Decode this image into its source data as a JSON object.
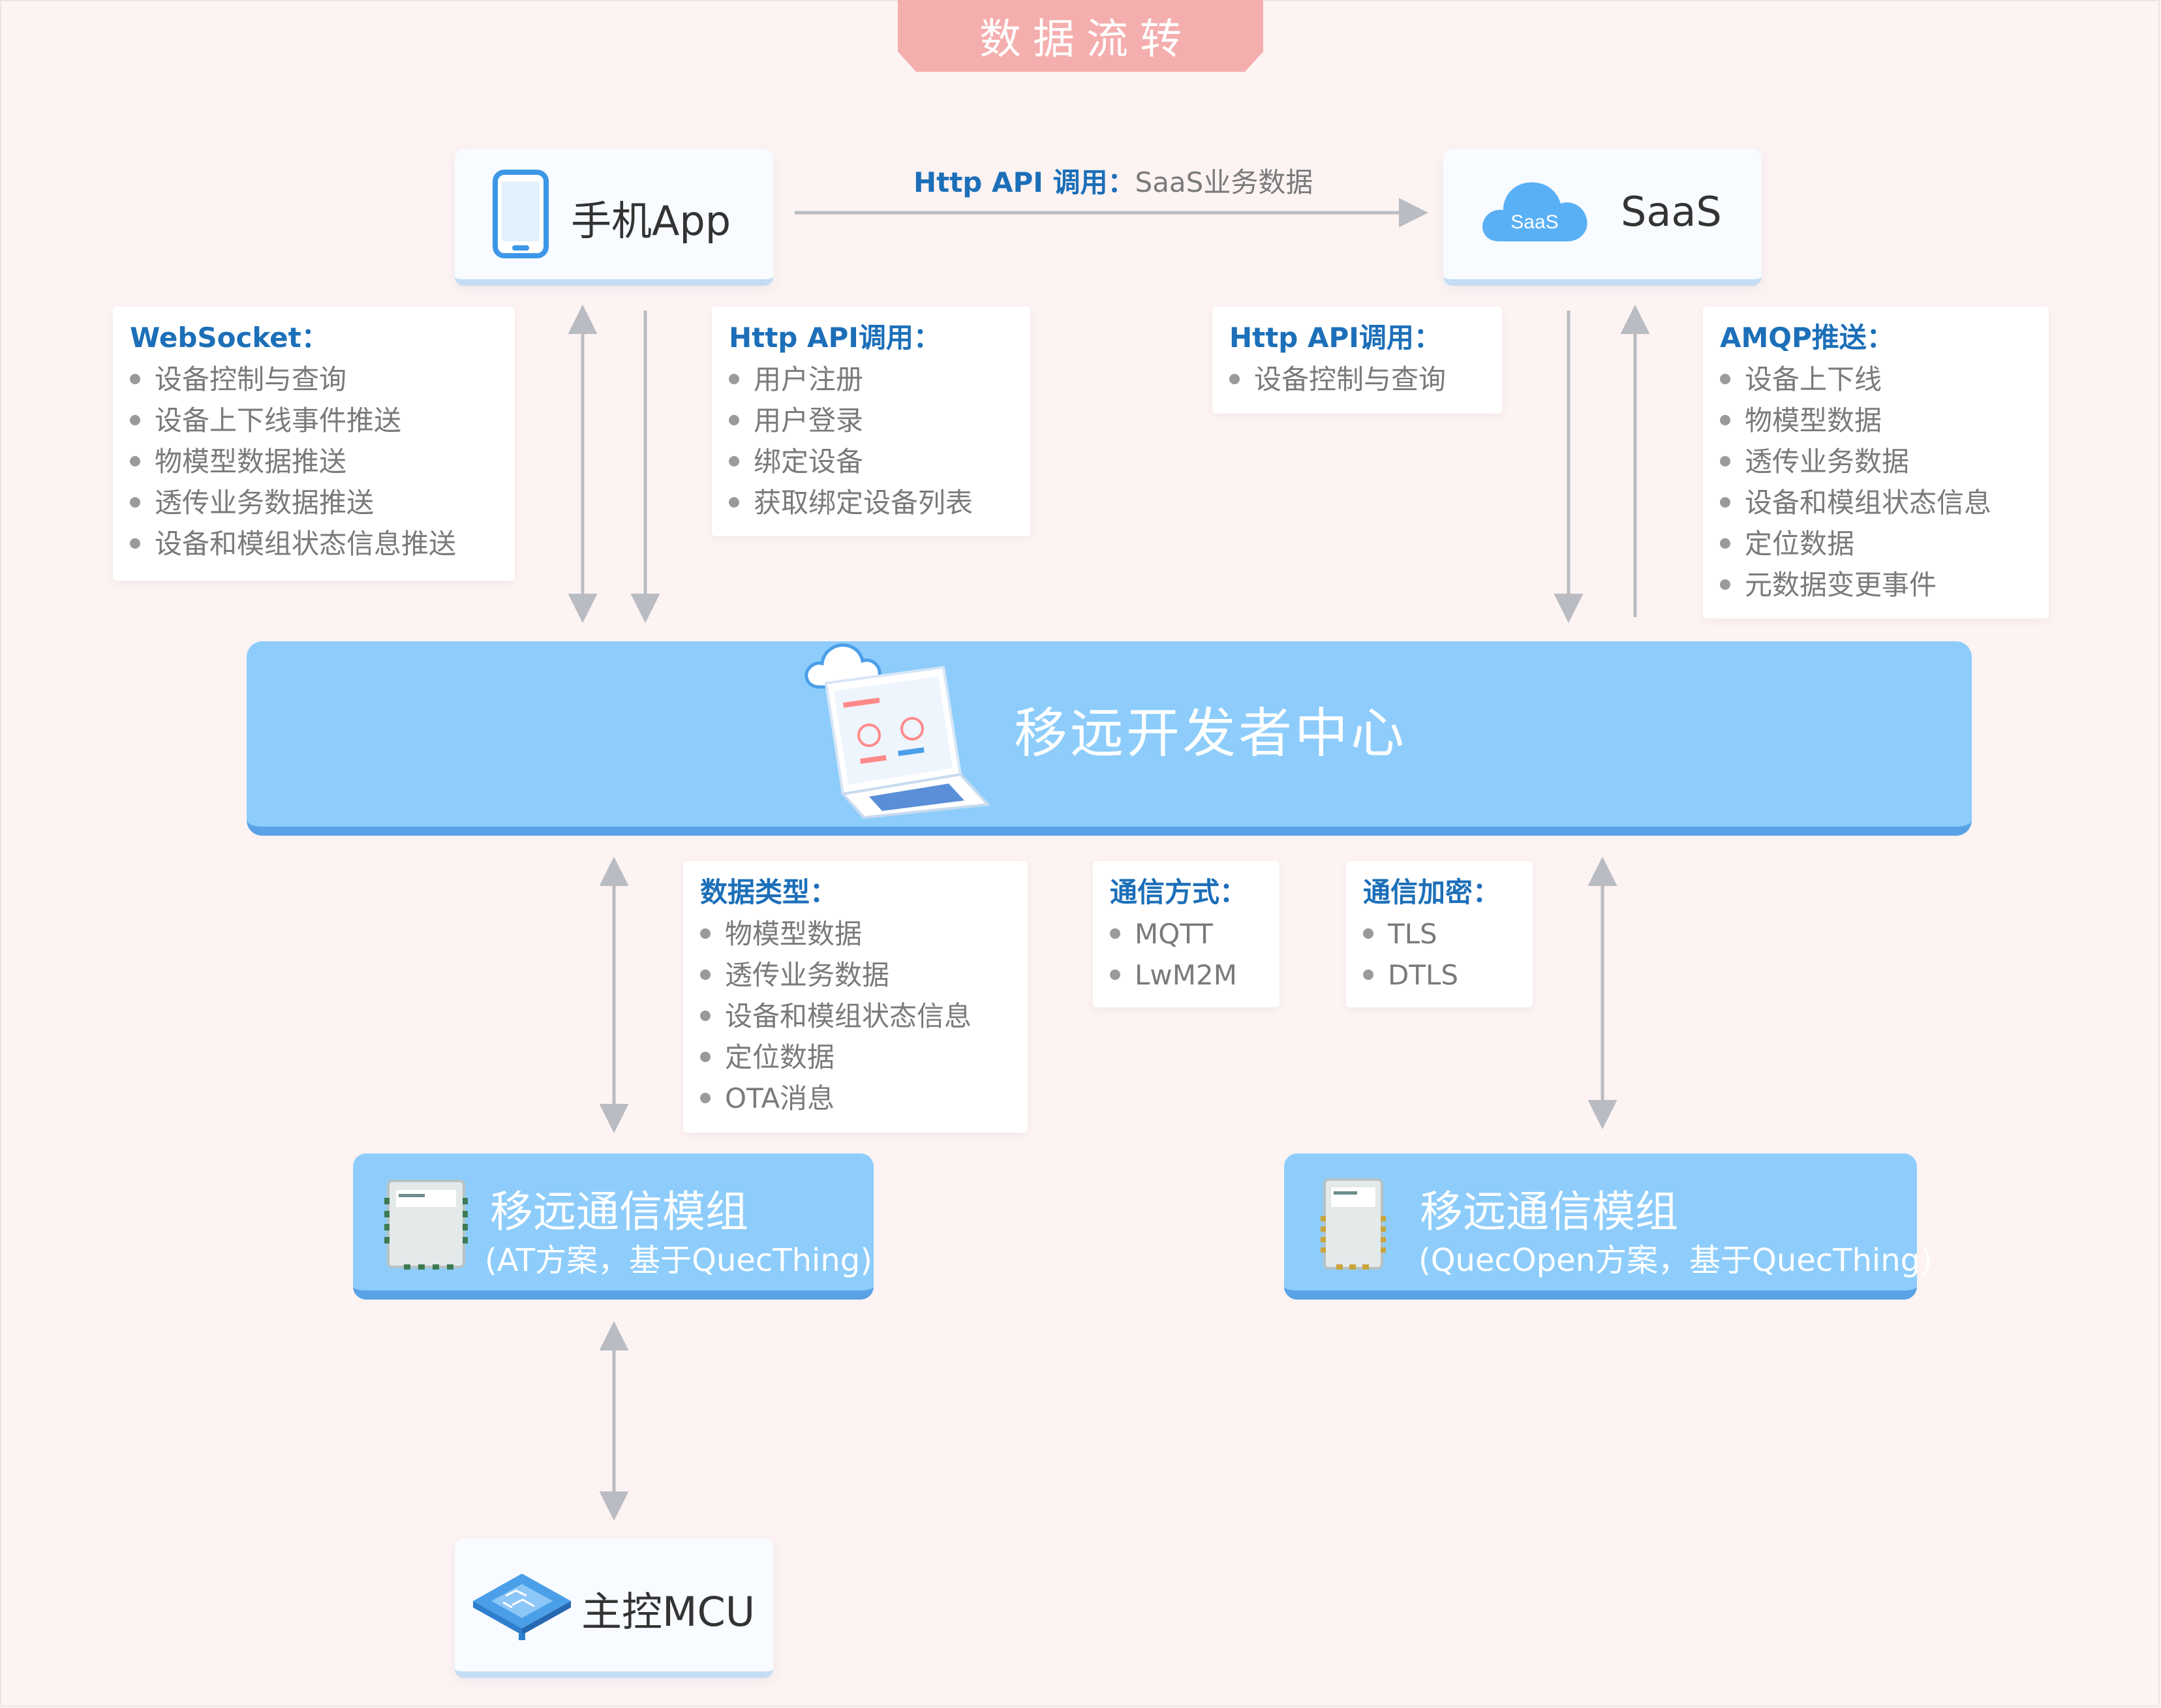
{
  "title": "数据流转",
  "nodes": {
    "app": "手机App",
    "saas": "SaaS",
    "saas_cloud_text": "SaaS",
    "platform": "移远开发者中心",
    "module_at_title": "移远通信模组",
    "module_at_sub": "(AT方案，基于QuecThing)",
    "module_open_title": "移远通信模组",
    "module_open_sub": "(QuecOpen方案，基于QuecThing)",
    "mcu": "主控MCU"
  },
  "app_to_saas": {
    "key": "Http API 调用：",
    "value": "SaaS业务数据"
  },
  "boxes": {
    "websocket": {
      "head": "WebSocket：",
      "items": [
        "设备控制与查询",
        "设备上下线事件推送",
        "物模型数据推送",
        "透传业务数据推送",
        "设备和模组状态信息推送"
      ]
    },
    "app_http": {
      "head": "Http API调用：",
      "items": [
        "用户注册",
        "用户登录",
        "绑定设备",
        "获取绑定设备列表"
      ]
    },
    "saas_http": {
      "head": "Http API调用：",
      "items": [
        "设备控制与查询"
      ]
    },
    "amqp": {
      "head": "AMQP推送：",
      "items": [
        "设备上下线",
        "物模型数据",
        "透传业务数据",
        "设备和模组状态信息",
        "定位数据",
        "元数据变更事件"
      ]
    },
    "data_types": {
      "head": "数据类型：",
      "items": [
        "物模型数据",
        "透传业务数据",
        "设备和模组状态信息",
        "定位数据",
        "OTA消息"
      ]
    },
    "comm_method": {
      "head": "通信方式：",
      "items": [
        "MQTT",
        "LwM2M"
      ]
    },
    "comm_encrypt": {
      "head": "通信加密：",
      "items": [
        "TLS",
        "DTLS"
      ]
    }
  },
  "colors": {
    "accent": "#1c6fb8",
    "platform": "#8ecdfb",
    "title_tab": "#f5aeae",
    "background": "#fdf3f3",
    "arrow": "#b9bcc2"
  },
  "icons": {
    "app": "phone-icon",
    "saas": "cloud-icon",
    "platform": "laptop-cloud-icon",
    "module": "chip-module-icon",
    "mcu": "mcu-chip-icon"
  }
}
